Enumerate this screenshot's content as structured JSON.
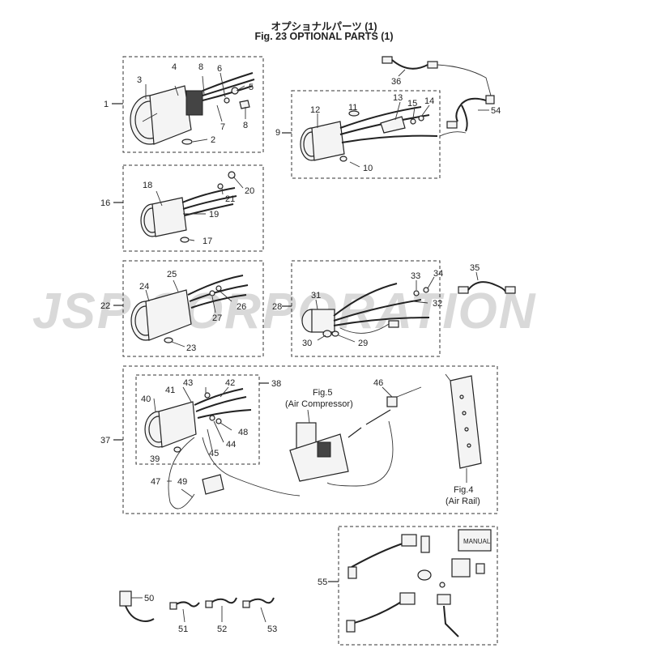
{
  "header": {
    "title_jp": "オプショナルパーツ (1)",
    "title_en": "Fig. 23   OPTIONAL PARTS (1)"
  },
  "watermark": "JSP CORPORATION",
  "callouts": {
    "c1": "1",
    "c2": "2",
    "c3": "3",
    "c4": "4",
    "c5": "5",
    "c6": "6",
    "c7": "7",
    "c8a": "8",
    "c8b": "8",
    "c9": "9",
    "c10": "10",
    "c11": "11",
    "c12": "12",
    "c13": "13",
    "c14": "14",
    "c15": "15",
    "c16": "16",
    "c17": "17",
    "c18": "18",
    "c19": "19",
    "c20": "20",
    "c21": "21",
    "c22": "22",
    "c23": "23",
    "c24": "24",
    "c25": "25",
    "c26": "26",
    "c27": "27",
    "c28": "28",
    "c29": "29",
    "c30": "30",
    "c31": "31",
    "c32": "32",
    "c33": "33",
    "c34": "34",
    "c35": "35",
    "c36": "36",
    "c37": "37",
    "c38": "38",
    "c39": "39",
    "c40": "40",
    "c41": "41",
    "c42": "42",
    "c43": "43",
    "c44": "44",
    "c45": "45",
    "c46": "46",
    "c47": "47",
    "c48": "48",
    "c49": "49",
    "c50": "50",
    "c51": "51",
    "c52": "52",
    "c53": "53",
    "c54": "54",
    "c55": "55"
  },
  "references": {
    "fig5_line1": "Fig.5",
    "fig5_line2": "(Air  Compressor)",
    "fig4_line1": "Fig.4",
    "fig4_line2": "(Air Rail)",
    "manual": "MANUAL"
  }
}
